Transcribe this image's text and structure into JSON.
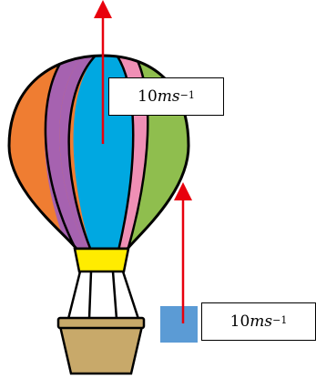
{
  "balloon_velocity_label": {
    "value": "10",
    "unit": "ms",
    "exponent": "−1"
  },
  "box_velocity_label": {
    "value": "10",
    "unit": "ms",
    "exponent": "−1"
  },
  "colors": {
    "arrow": "#e8000d",
    "box": "#5b9bd5",
    "balloon_orange": "#ef7d32",
    "balloon_purple": "#a662b0",
    "balloon_cyan": "#00a8e1",
    "balloon_pink": "#ef8fb5",
    "balloon_green": "#8fbe4e",
    "skirt_yellow": "#ffec00",
    "basket": "#c8a96a"
  }
}
